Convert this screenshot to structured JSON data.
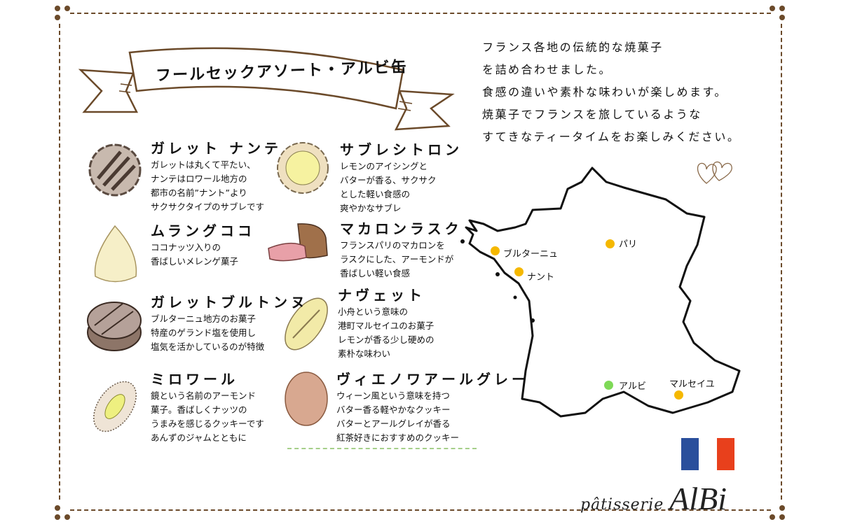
{
  "title": "フールセックアソート・アルビ缶",
  "intro": "フランス各地の伝統的な焼菓子\nを詰め合わせました。\n食感の違いや素朴な味わいが楽しめます。\n焼菓子でフランスを旅しているような\nすてきなティータイムをお楽しみください。",
  "items": [
    {
      "name": "ガレット ナンテ",
      "desc": "ガレットは丸くて平たい、\nナンテはロワール地方の\n都市の名前”ナント”より\nサクサクタイプのサブレです"
    },
    {
      "name": "ムラングココ",
      "desc": "ココナッツ入りの\n香ばしいメレンゲ菓子"
    },
    {
      "name": "ガレットブルトンヌ",
      "desc": "ブルターニュ地方のお菓子\n特産のゲランド塩を使用し\n塩気を活かしているのが特徴"
    },
    {
      "name": "ミロワール",
      "desc": "鏡という名前のアーモンド\n菓子。香ばしくナッツの\nうまみを感じるクッキーです\nあんずのジャムとともに"
    },
    {
      "name": "サブレシトロン",
      "desc": "レモンのアイシングと\nバターが香る、サクサク\nとした軽い食感の\n爽やかなサブレ"
    },
    {
      "name": "マカロンラスク",
      "desc": "フランスパリのマカロンを\nラスクにした、アーモンドが\n香ばしい軽い食感"
    },
    {
      "name": "ナヴェット",
      "desc": "小舟という意味の\n港町マルセイユのお菓子\nレモンが香る少し硬めの\n素朴な味わい"
    },
    {
      "name": "ヴィエノワアールグレー",
      "desc": "ウィーン風という意味を持つ\nバター香る軽やかなクッキー\nバターとアールグレイが香る\n紅茶好きにおすすめのクッキー"
    }
  ],
  "map": {
    "cities": [
      {
        "name": "パリ",
        "color": "#f5b800"
      },
      {
        "name": "ブルターニュ",
        "color": "#f5b800"
      },
      {
        "name": "ナント",
        "color": "#f5b800"
      },
      {
        "name": "アルビ",
        "color": "#7ed957"
      },
      {
        "name": "マルセイユ",
        "color": "#f5b800"
      }
    ]
  },
  "flag_colors": [
    "#2a4f9c",
    "#ffffff",
    "#e8401c"
  ],
  "logo": "pâtisserie AlBi",
  "colors": {
    "frame": "#6b4a2a",
    "accent_green": "#a6cf8a"
  }
}
